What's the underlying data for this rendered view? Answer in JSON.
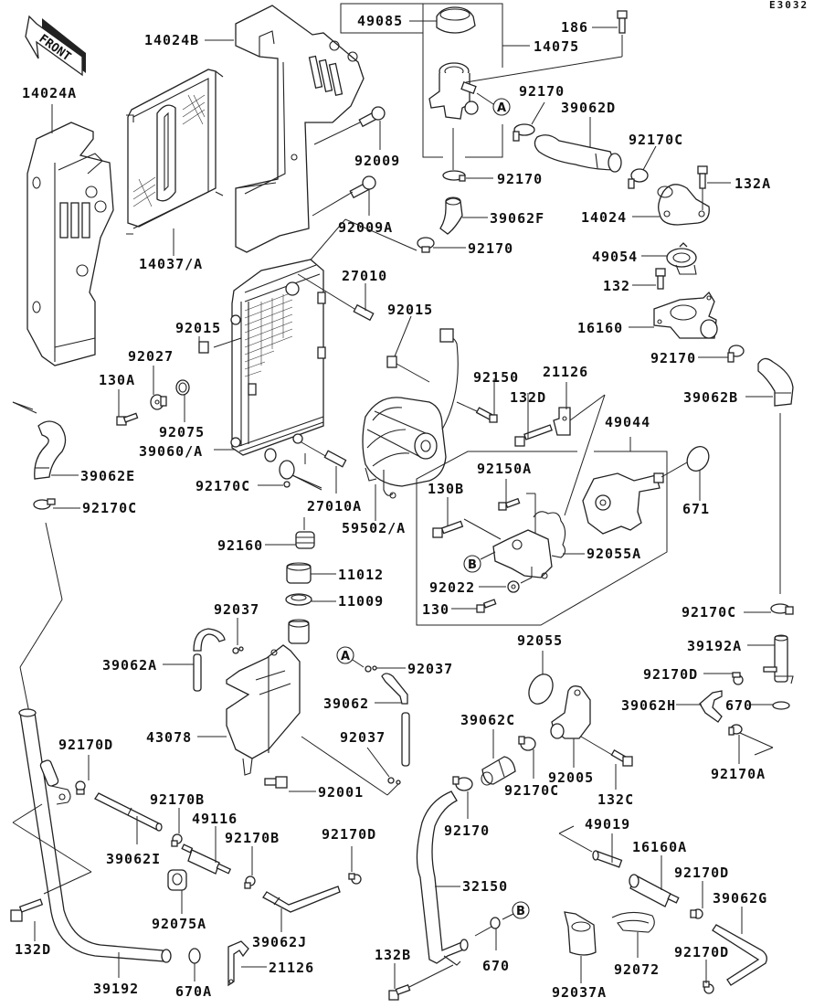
{
  "diagram": {
    "code": "E3032",
    "front_label": "FRONT",
    "ref_markers": {
      "A": "A",
      "B": "B"
    },
    "labels": {
      "p49085": "49085",
      "p186": "186",
      "p14075": "14075",
      "p14024B": "14024B",
      "p14024A": "14024A",
      "p92170_1": "92170",
      "p39062D": "39062D",
      "p92170C_1": "92170C",
      "p132A": "132A",
      "p92009": "92009",
      "p92170_2": "92170",
      "p14024": "14024",
      "p92009A": "92009A",
      "p39062F": "39062F",
      "p14037A": "14037/A",
      "p92170_3": "92170",
      "p49054": "49054",
      "p27010": "27010",
      "p132": "132",
      "p92015_1": "92015",
      "p16160": "16160",
      "p92015_2": "92015",
      "p92027": "92027",
      "p92170_4": "92170",
      "p130A": "130A",
      "p92150": "92150",
      "p21126_1": "21126",
      "p39062B": "39062B",
      "p132D_1": "132D",
      "p92075": "92075",
      "p49044": "49044",
      "p39060A": "39060/A",
      "p39062E": "39062E",
      "p92150A": "92150A",
      "p92170C_2": "92170C",
      "p130B": "130B",
      "p671": "671",
      "p92170C_3": "92170C",
      "p27010A": "27010A",
      "p59502A": "59502/A",
      "p92055A": "92055A",
      "p92160": "92160",
      "p92022": "92022",
      "p11012": "11012",
      "p11009": "11009",
      "p130": "130",
      "p92037_1": "92037",
      "p92170C_4": "92170C",
      "p92055": "92055",
      "p39192A": "39192A",
      "p39062A": "39062A",
      "p92037_2": "92037",
      "p92170D_1": "92170D",
      "p39062": "39062",
      "p39062H": "39062H",
      "p670_1": "670",
      "p39062C": "39062C",
      "p43078": "43078",
      "p92037_3": "92037",
      "p92170A": "92170A",
      "p92170D_2": "92170D",
      "p92005": "92005",
      "p92170C_5": "92170C",
      "p132C": "132C",
      "p92001": "92001",
      "p92170B_1": "92170B",
      "p49116": "49116",
      "p92170_5": "92170",
      "p92170B_2": "92170B",
      "p92170D_3": "92170D",
      "p49019": "49019",
      "p39062I": "39062I",
      "p16160A": "16160A",
      "p32150": "32150",
      "p92170D_4": "92170D",
      "p39062G": "39062G",
      "p92075A": "92075A",
      "p39062J": "39062J",
      "p670_2": "670",
      "p92072": "92072",
      "p132D_2": "132D",
      "p92170D_5": "92170D",
      "p21126_2": "21126",
      "p132B": "132B",
      "p39192": "39192",
      "p670A": "670A",
      "p92037A": "92037A"
    }
  }
}
